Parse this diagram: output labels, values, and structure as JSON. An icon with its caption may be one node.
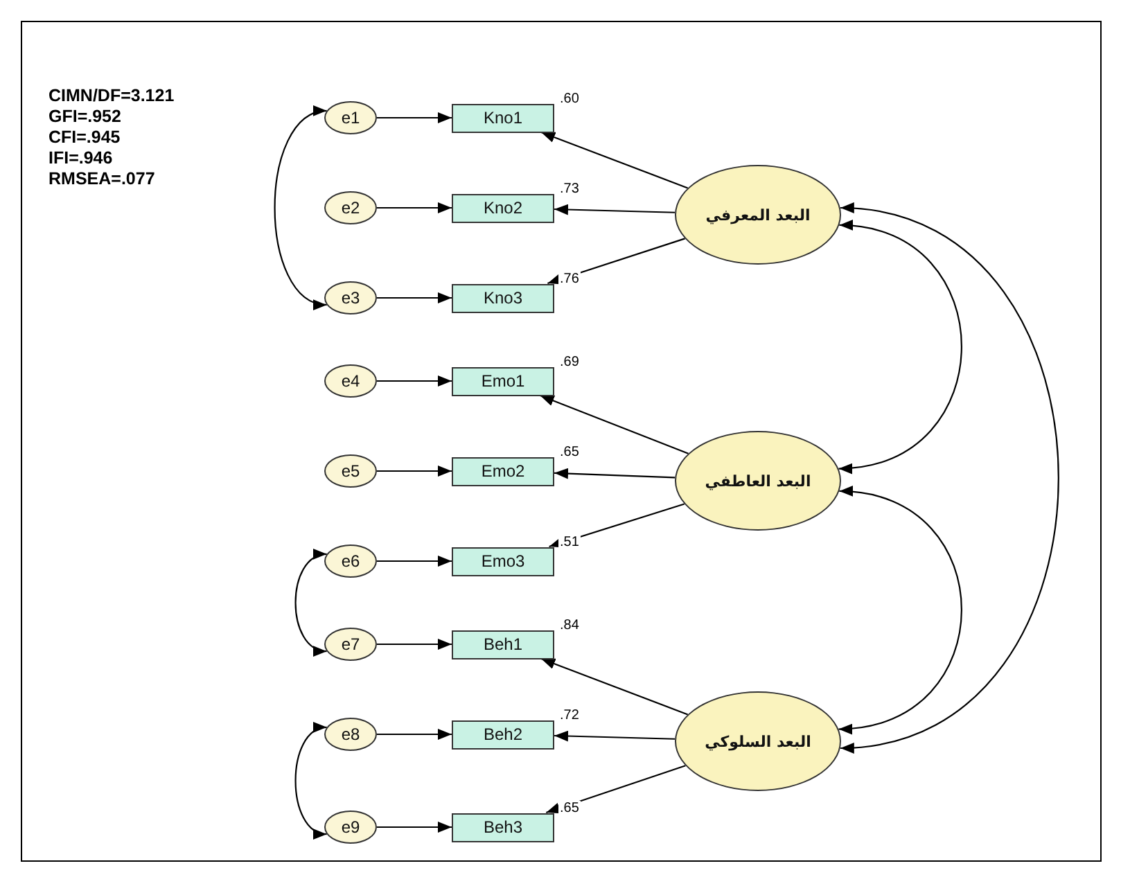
{
  "diagram": {
    "nodes": [
      {
        "text": [
          "e1"
        ]
      },
      {
        "text": [
          "Kno1"
        ]
      },
      {
        "text": [
          "e2"
        ]
      },
      {
        "text": [
          "Kno2"
        ]
      },
      {
        "text": [
          "e3"
        ]
      },
      {
        "text": [
          "Kno3"
        ]
      },
      {
        "text": [
          "e4"
        ]
      },
      {
        "text": [
          "Emo1"
        ]
      },
      {
        "text": [
          "e5"
        ]
      },
      {
        "text": [
          "Emo2"
        ]
      },
      {
        "text": [
          "e6"
        ]
      },
      {
        "text": [
          "Emo3"
        ]
      },
      {
        "text": [
          "e7"
        ]
      },
      {
        "text": [
          "Beh1"
        ]
      },
      {
        "text": [
          "e8"
        ]
      },
      {
        "text": [
          "Beh2"
        ]
      },
      {
        "text": [
          "e9"
        ]
      },
      {
        "text": [
          "Beh3"
        ]
      },
      {
        "text": [
          "البعد المعرفي"
        ]
      },
      {
        "text": [
          "البعد العاطفي"
        ]
      },
      {
        "text": [
          "البعد السلوكي"
        ]
      }
    ],
    "edges": [
      {
        "from": 0,
        "to": 1,
        "arrow": "to"
      },
      {
        "from": 2,
        "to": 3,
        "arrow": "to"
      },
      {
        "from": 4,
        "to": 5,
        "arrow": "to"
      },
      {
        "from": 6,
        "to": 7,
        "arrow": "to"
      },
      {
        "from": 8,
        "to": 9,
        "arrow": "to"
      },
      {
        "from": 10,
        "to": 11,
        "arrow": "to"
      },
      {
        "from": 12,
        "to": 13,
        "arrow": "to"
      },
      {
        "from": 14,
        "to": 15,
        "arrow": "to"
      },
      {
        "from": 16,
        "to": 17,
        "arrow": "to"
      },
      {
        "from": 18,
        "to": 1,
        "arrow": "to",
        "label": ".60"
      },
      {
        "from": 18,
        "to": 3,
        "arrow": "to",
        "label": ".73"
      },
      {
        "from": 18,
        "to": 5,
        "arrow": "to",
        "label": ".76"
      },
      {
        "from": 19,
        "to": 7,
        "arrow": "to",
        "label": ".69"
      },
      {
        "from": 19,
        "to": 9,
        "arrow": "to",
        "label": ".65"
      },
      {
        "from": 19,
        "to": 11,
        "arrow": "to",
        "label": ".51"
      },
      {
        "from": 20,
        "to": 13,
        "arrow": "to",
        "label": ".84"
      },
      {
        "from": 20,
        "to": 15,
        "arrow": "to",
        "label": ".72"
      },
      {
        "from": 20,
        "to": 17,
        "arrow": "to",
        "label": ".65"
      },
      {
        "from": 0,
        "to": 4,
        "arrow": "both"
      },
      {
        "from": 10,
        "to": 12,
        "arrow": "both"
      },
      {
        "from": 14,
        "to": 16,
        "arrow": "both"
      },
      {
        "from": 18,
        "to": 19,
        "arrow": "both"
      },
      {
        "from": 19,
        "to": 20,
        "arrow": "both"
      },
      {
        "from": 18,
        "to": 20,
        "arrow": "both"
      }
    ],
    "labels": [
      "CIMN/DF=3.121",
      "GFI=.952",
      "CFI=.945",
      "IFI=.946",
      "RMSEA=.077"
    ]
  }
}
